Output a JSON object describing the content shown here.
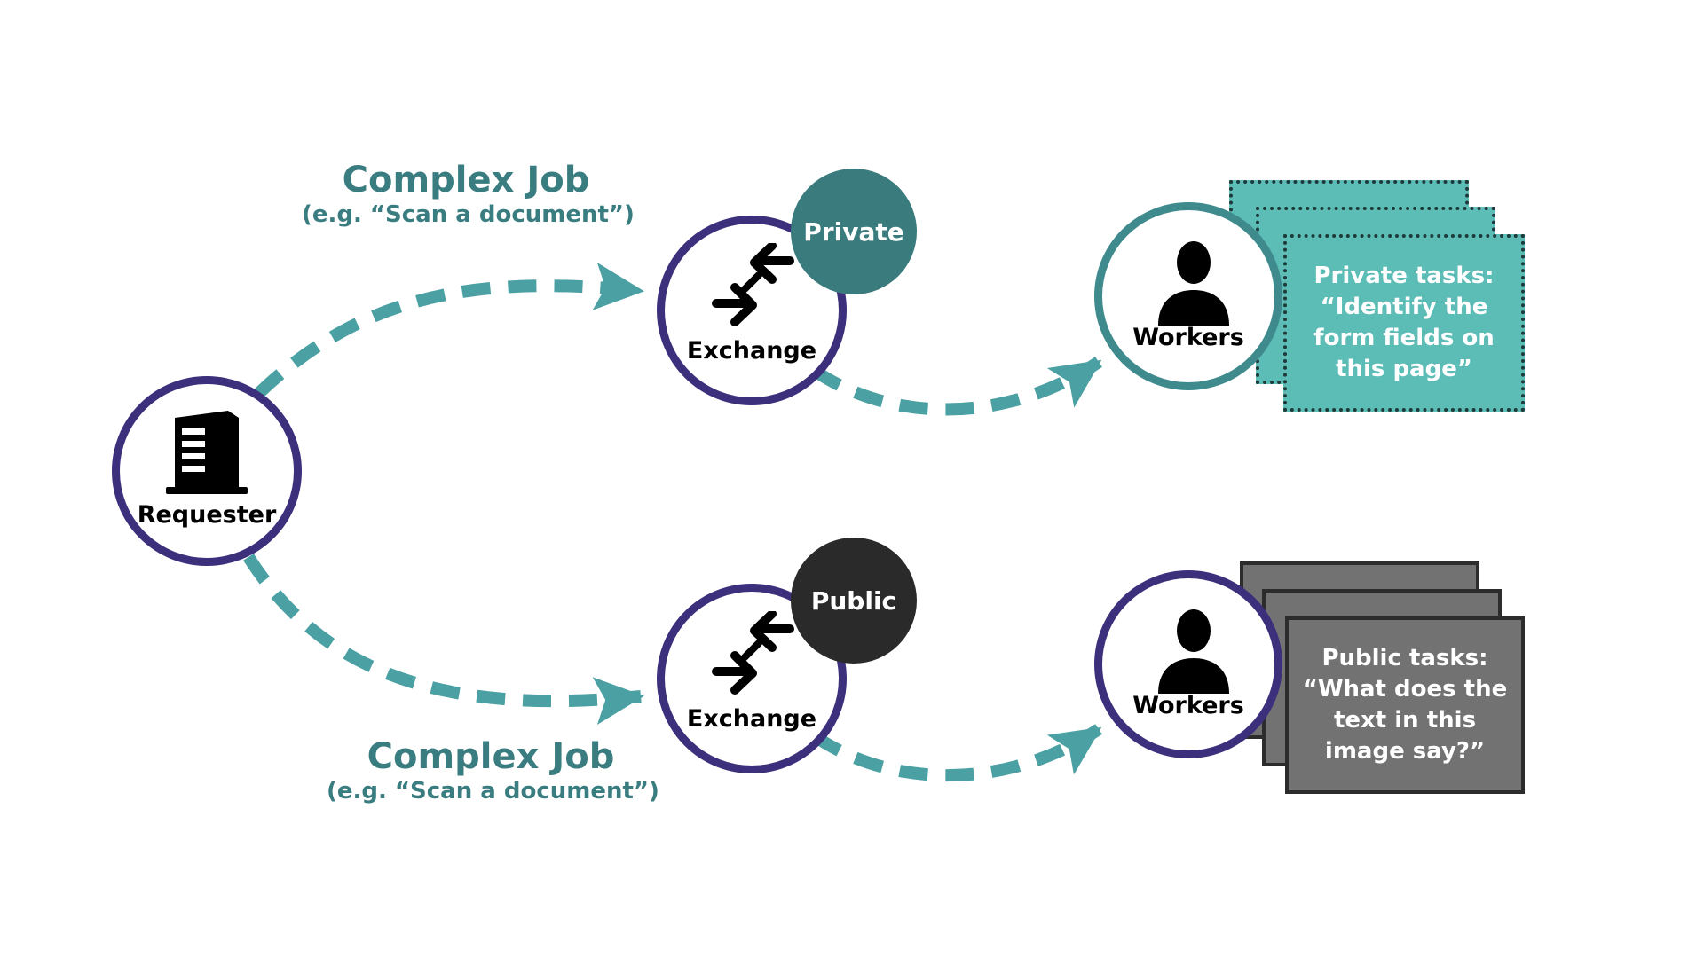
{
  "job_top": {
    "title": "Complex Job",
    "subtitle": "(e.g. “Scan a document”)"
  },
  "job_bottom": {
    "title": "Complex Job",
    "subtitle": "(e.g. “Scan a document”)"
  },
  "requester": {
    "label": "Requester",
    "icon": "building-icon"
  },
  "exchange_private": {
    "label": "Exchange",
    "badge": "Private",
    "icon": "arrows-converge-icon"
  },
  "exchange_public": {
    "label": "Exchange",
    "badge": "Public",
    "icon": "arrows-converge-icon"
  },
  "workers_private": {
    "label": "Workers",
    "icon": "person-icon",
    "card_text": "Private tasks: “Identify the form fields on this page”"
  },
  "workers_public": {
    "label": "Workers",
    "icon": "person-icon",
    "card_text": "Public tasks: “What does the text in this image say?”"
  },
  "colors": {
    "teal_accent": "#4aa0a2",
    "teal_text": "#3a7d80",
    "purple_ring": "#3c2f7b",
    "teal_ring": "#3f8a8c",
    "private_badge": "#3a7b7d",
    "public_badge": "#2a2a2a",
    "private_card": "#5cbcb6",
    "public_card": "#727272"
  }
}
